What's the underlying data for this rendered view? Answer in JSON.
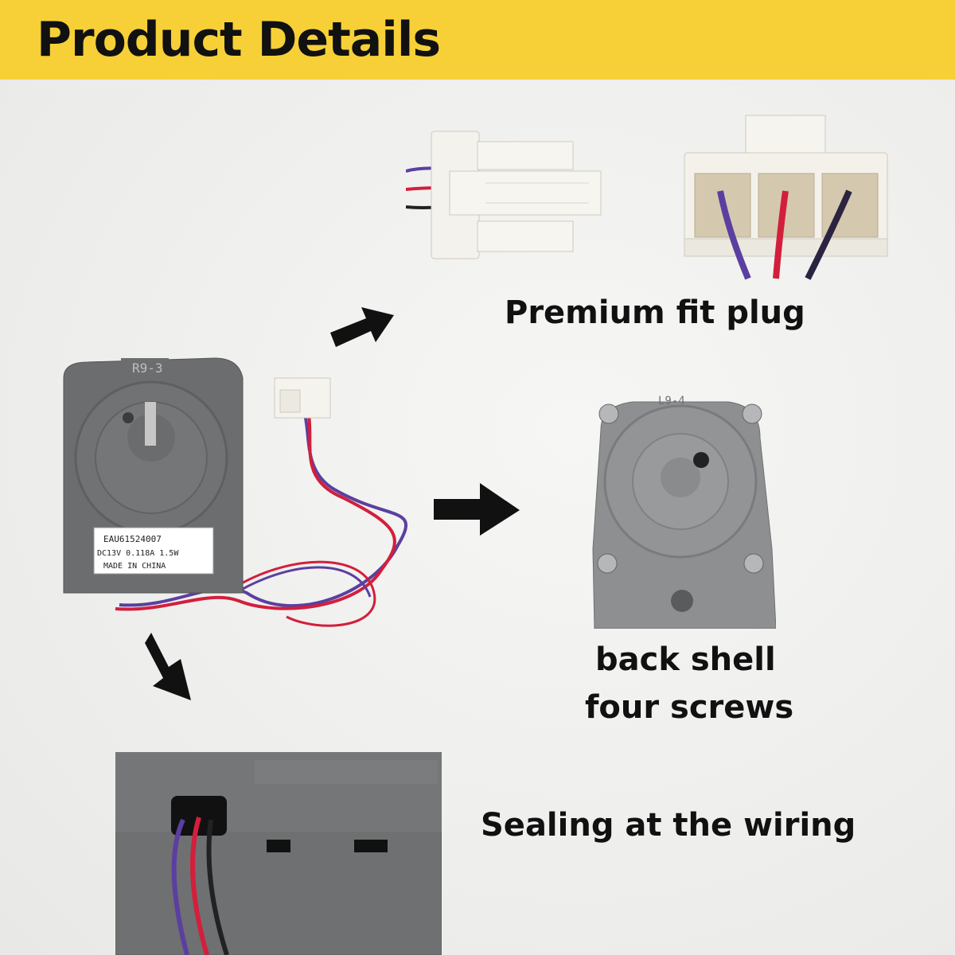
{
  "header": {
    "title": "Product Details",
    "background": "#f7d038"
  },
  "captions": {
    "plug": "Premium fit plug",
    "shell_line1": "back shell",
    "shell_line2": "four screws",
    "sealing": "Sealing at the wiring"
  },
  "motor_label": {
    "model": "EAU61524007",
    "rating": "DC13V 0.118A 1.5W",
    "origin": "MADE IN CHINA"
  },
  "motor_code": "R9-3",
  "back_shell_code": "L9-4",
  "colors": {
    "motor_gray": "#6b6d6e",
    "wire_red": "#d21f3c",
    "wire_purple": "#5b3fa0",
    "arrow": "#111111"
  }
}
